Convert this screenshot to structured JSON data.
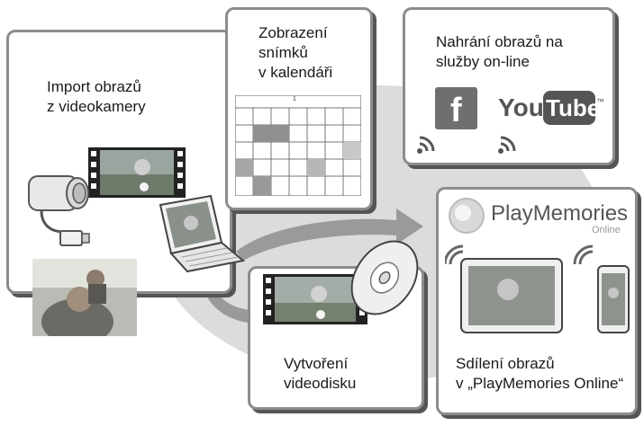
{
  "panels": {
    "import": {
      "line1": "Import obrazů",
      "line2": "z videokamery"
    },
    "calendar": {
      "line1": "Zobrazení",
      "line2": "snímků",
      "line3": "v kalendáři",
      "month_number": "1"
    },
    "upload": {
      "line1": "Nahrání obrazů na",
      "line2": "služby on-line"
    },
    "disc": {
      "line1": "Vytvoření",
      "line2": "videodisku"
    },
    "share": {
      "line1": "Sdílení obrazů",
      "line2": "v „PlayMemories Online“"
    }
  },
  "brands": {
    "facebook": "f",
    "youtube_you": "You",
    "youtube_tube": "Tube",
    "youtube_tm": "™",
    "playmemories": "PlayMemories",
    "playmemories_sub": "Online"
  },
  "colors": {
    "background_blob": "#dcdcdc",
    "panel_border": "#8c8c8c",
    "arrow_gray": "#9a9a9a"
  }
}
